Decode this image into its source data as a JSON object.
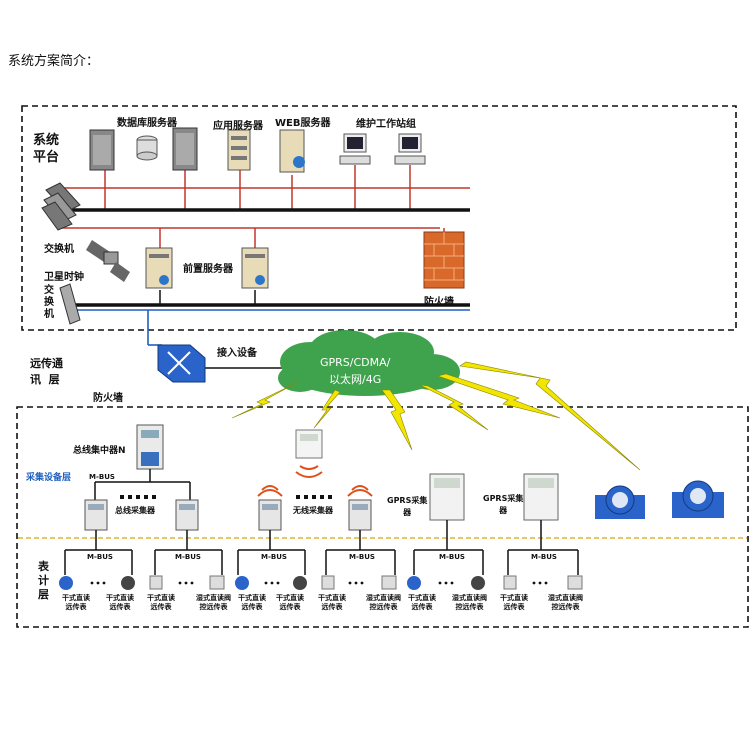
{
  "header": {
    "title": "系统方案简介："
  },
  "system": {
    "label": "系统\n平台",
    "db_server": "数据库服务器",
    "app_server": "应用服务器",
    "web_server": "WEB服务器",
    "maint_group": "维护工作站组",
    "switch1": "交换机",
    "satellite_clock": "卫星时钟",
    "switch2": "交\n换\n机",
    "front_server": "前置服务器",
    "firewall": "防火墙"
  },
  "remote": {
    "label": "远传通\n讯  层",
    "access": "接入设备",
    "firewall": "防火墙",
    "cloud": "GPRS/CDMA/\n以太网/4G"
  },
  "collect": {
    "label": "采集设备层",
    "bus_concentrator": "总线集中器N",
    "bus_collector": "总线采集器",
    "wireless_collector": "无线采集器",
    "gprs1": "GPRS采集\n器",
    "gprs2": "GPRS采集\n器",
    "mbus": "M-BUS"
  },
  "meter": {
    "label": "表\n计\n层",
    "mbus": "M-BUS",
    "dry_meter": "干式直读\n远传表",
    "wet_meter": "湿式直读阀\n控远传表"
  },
  "colors": {
    "bus": "#111111",
    "red": "#c0392b",
    "blue": "#1f5fbf",
    "lightning": "#f2e600",
    "cloud": "#3fa34d",
    "divider": "#e0b23a"
  }
}
